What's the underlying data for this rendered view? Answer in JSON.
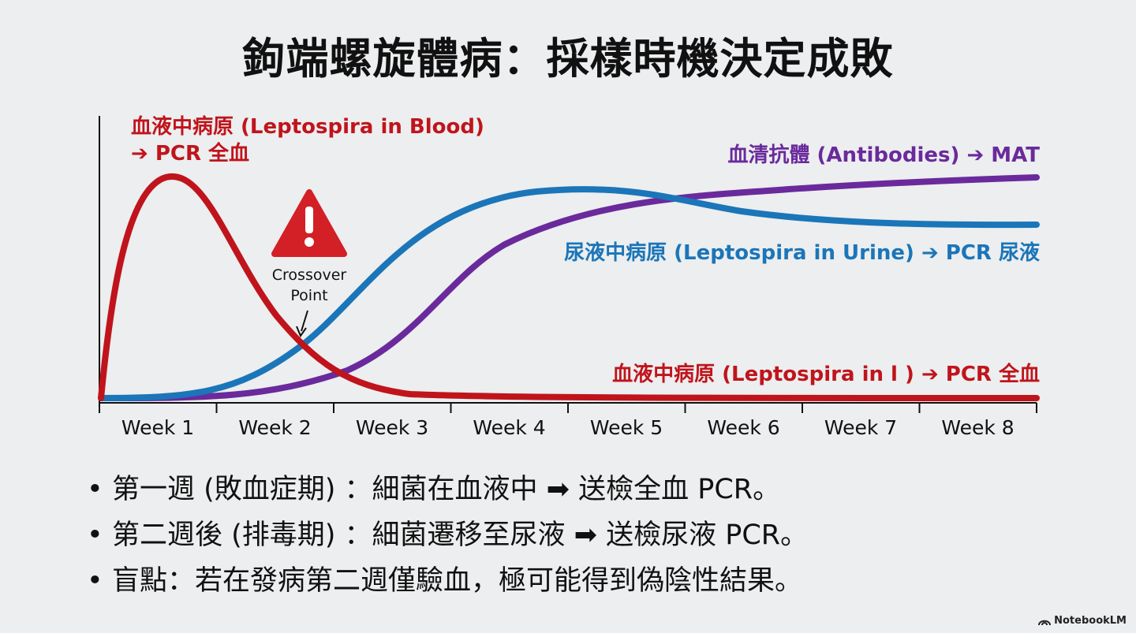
{
  "title": "鉤端螺旋體病：採樣時機決定成敗",
  "chart_data": {
    "type": "line",
    "x": [
      "Week 1",
      "Week 2",
      "Week 3",
      "Week 4",
      "Week 5",
      "Week 6",
      "Week 7",
      "Week 8"
    ],
    "series": [
      {
        "name": "血液中病原 (Leptospira in Blood)",
        "color": "#c0141c"
      },
      {
        "name": "尿液中病原 (Leptospira in Urine)",
        "color": "#1b75b9"
      },
      {
        "name": "血清抗體 (Antibodies)",
        "color": "#6a2a9c"
      }
    ],
    "labels": {
      "blood_top_line1": "血液中病原 (Leptospira in Blood)",
      "blood_top_line2": "➔ PCR 全血",
      "antibodies": "血清抗體 (Antibodies) ➔ MAT",
      "urine": "尿液中病原 (Leptospira in Urine) ➔ PCR 尿液",
      "blood_bottom": "血液中病原 (Leptospira in l ) ➔ PCR 全血"
    },
    "annotation": {
      "line1": "Crossover",
      "line2": "Point"
    }
  },
  "bullets": [
    "第一週 (敗血症期) ：細菌在血液中 ➡ 送檢全血 PCR。",
    "第二週後 (排毒期) ：細菌遷移至尿液 ➡ 送檢尿液 PCR。",
    "盲點：若在發病第二週僅驗血，極可能得到偽陰性結果。"
  ],
  "bullet_marker": "•",
  "brand": "NotebookLM"
}
